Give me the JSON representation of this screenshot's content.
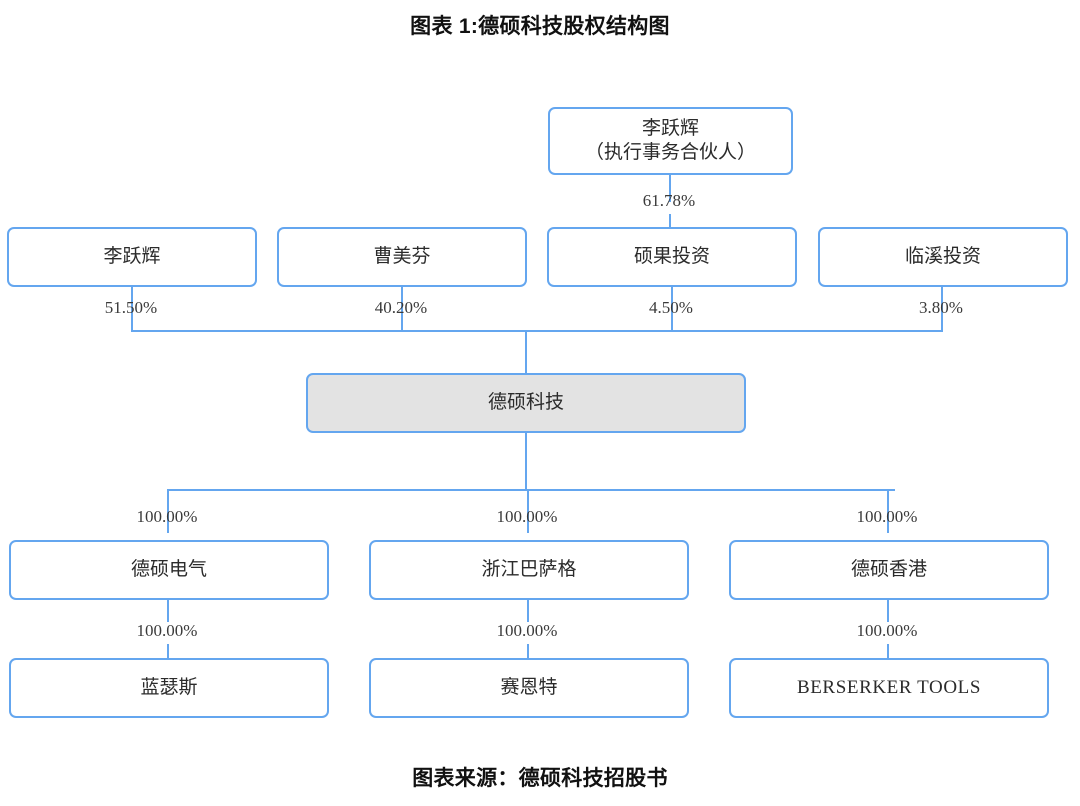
{
  "title": "图表 1:德硕科技股权结构图",
  "source": "图表来源：德硕科技招股书",
  "colors": {
    "connector": "#64a6ef",
    "node_border": "#64a6ef",
    "node_fill": "#ffffff",
    "highlight_fill": "#e3e3e3",
    "text": "#2b2b2b",
    "caption_text": "#111111"
  },
  "chart_data": {
    "type": "diagram",
    "title": "图表 1:德硕科技股权结构图",
    "subtitle": "图表来源：德硕科技招股书",
    "nodes": [
      {
        "id": "gp",
        "label": "李跃辉\n（执行事务合伙人）",
        "level": 0,
        "highlight": false
      },
      {
        "id": "li",
        "label": "李跃辉",
        "level": 1,
        "highlight": false
      },
      {
        "id": "cao",
        "label": "曹美芬",
        "level": 1,
        "highlight": false
      },
      {
        "id": "shuoguo",
        "label": "硕果投资",
        "level": 1,
        "highlight": false
      },
      {
        "id": "linxi",
        "label": "临溪投资",
        "level": 1,
        "highlight": false
      },
      {
        "id": "company",
        "label": "德硕科技",
        "level": 2,
        "highlight": true
      },
      {
        "id": "dianqi",
        "label": "德硕电气",
        "level": 3,
        "highlight": false
      },
      {
        "id": "basage",
        "label": "浙江巴萨格",
        "level": 3,
        "highlight": false
      },
      {
        "id": "hongkong",
        "label": "德硕香港",
        "level": 3,
        "highlight": false
      },
      {
        "id": "lansesi",
        "label": "蓝瑟斯",
        "level": 4,
        "highlight": false
      },
      {
        "id": "saiente",
        "label": "赛恩特",
        "level": 4,
        "highlight": false
      },
      {
        "id": "berserker",
        "label": "BERSERKER TOOLS",
        "level": 4,
        "highlight": false
      }
    ],
    "edges": [
      {
        "from": "gp",
        "to": "shuoguo",
        "label": "61.78%"
      },
      {
        "from": "li",
        "to": "company",
        "label": "51.50%"
      },
      {
        "from": "cao",
        "to": "company",
        "label": "40.20%"
      },
      {
        "from": "shuoguo",
        "to": "company",
        "label": "4.50%"
      },
      {
        "from": "linxi",
        "to": "company",
        "label": "3.80%"
      },
      {
        "from": "company",
        "to": "dianqi",
        "label": "100.00%"
      },
      {
        "from": "company",
        "to": "basage",
        "label": "100.00%"
      },
      {
        "from": "company",
        "to": "hongkong",
        "label": "100.00%"
      },
      {
        "from": "dianqi",
        "to": "lansesi",
        "label": "100.00%"
      },
      {
        "from": "basage",
        "to": "saiente",
        "label": "100.00%"
      },
      {
        "from": "hongkong",
        "to": "berserker",
        "label": "100.00%"
      }
    ]
  },
  "nodes": {
    "gp": {
      "label": "李跃辉\n（执行事务合伙人）"
    },
    "li": {
      "label": "李跃辉"
    },
    "cao": {
      "label": "曹美芬"
    },
    "shuoguo": {
      "label": "硕果投资"
    },
    "linxi": {
      "label": "临溪投资"
    },
    "company": {
      "label": "德硕科技"
    },
    "dianqi": {
      "label": "德硕电气"
    },
    "basage": {
      "label": "浙江巴萨格"
    },
    "hongkong": {
      "label": "德硕香港"
    },
    "lansesi": {
      "label": "蓝瑟斯"
    },
    "saiente": {
      "label": "赛恩特"
    },
    "berserker": {
      "label": "BERSERKER TOOLS"
    }
  },
  "percents": {
    "gp_to_shuoguo": "61.78%",
    "li_to_company": "51.50%",
    "cao_to_company": "40.20%",
    "shuoguo_to_company": "4.50%",
    "linxi_to_company": "3.80%",
    "company_to_dianqi": "100.00%",
    "company_to_basage": "100.00%",
    "company_to_hongkong": "100.00%",
    "dianqi_to_lansesi": "100.00%",
    "basage_to_saiente": "100.00%",
    "hongkong_to_berserker": "100.00%"
  }
}
